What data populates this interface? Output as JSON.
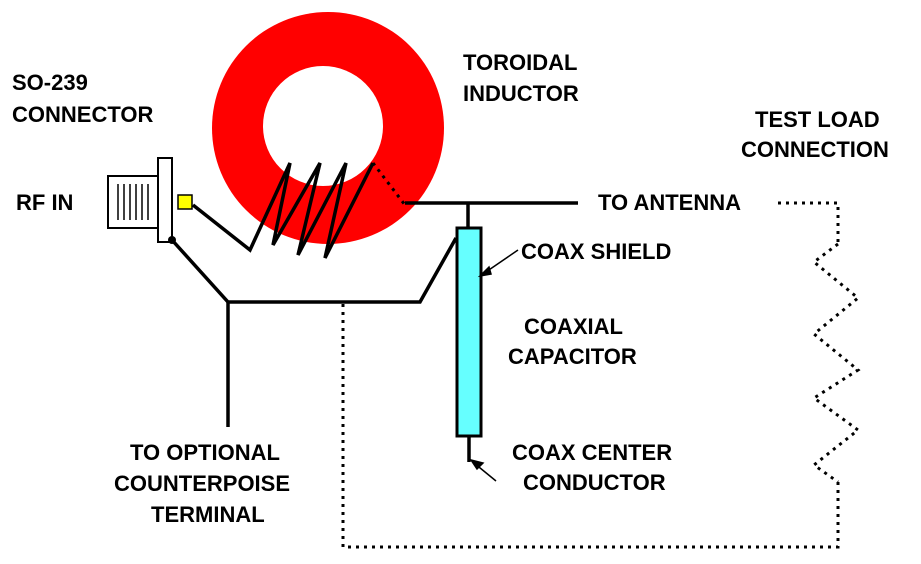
{
  "labels": {
    "so239_line1": "SO-239",
    "so239_line2": "CONNECTOR",
    "rf_in": "RF IN",
    "toroid_line1": "TOROIDAL",
    "toroid_line2": "INDUCTOR",
    "test_load_line1": "TEST LOAD",
    "test_load_line2": "CONNECTION",
    "to_antenna": "TO ANTENNA",
    "coax_shield": "COAX SHIELD",
    "coaxial_line1": "COAXIAL",
    "coaxial_line2": "CAPACITOR",
    "counterpoise_line1": "TO OPTIONAL",
    "counterpoise_line2": "COUNTERPOISE",
    "counterpoise_line3": "TERMINAL",
    "coax_center_line1": "COAX CENTER",
    "coax_center_line2": "CONDUCTOR"
  },
  "colors": {
    "toroid": "#ff0000",
    "coax_capacitor": "#66ffff",
    "connector_pin": "#ffff00",
    "wire": "#000000",
    "background": "#ffffff"
  }
}
